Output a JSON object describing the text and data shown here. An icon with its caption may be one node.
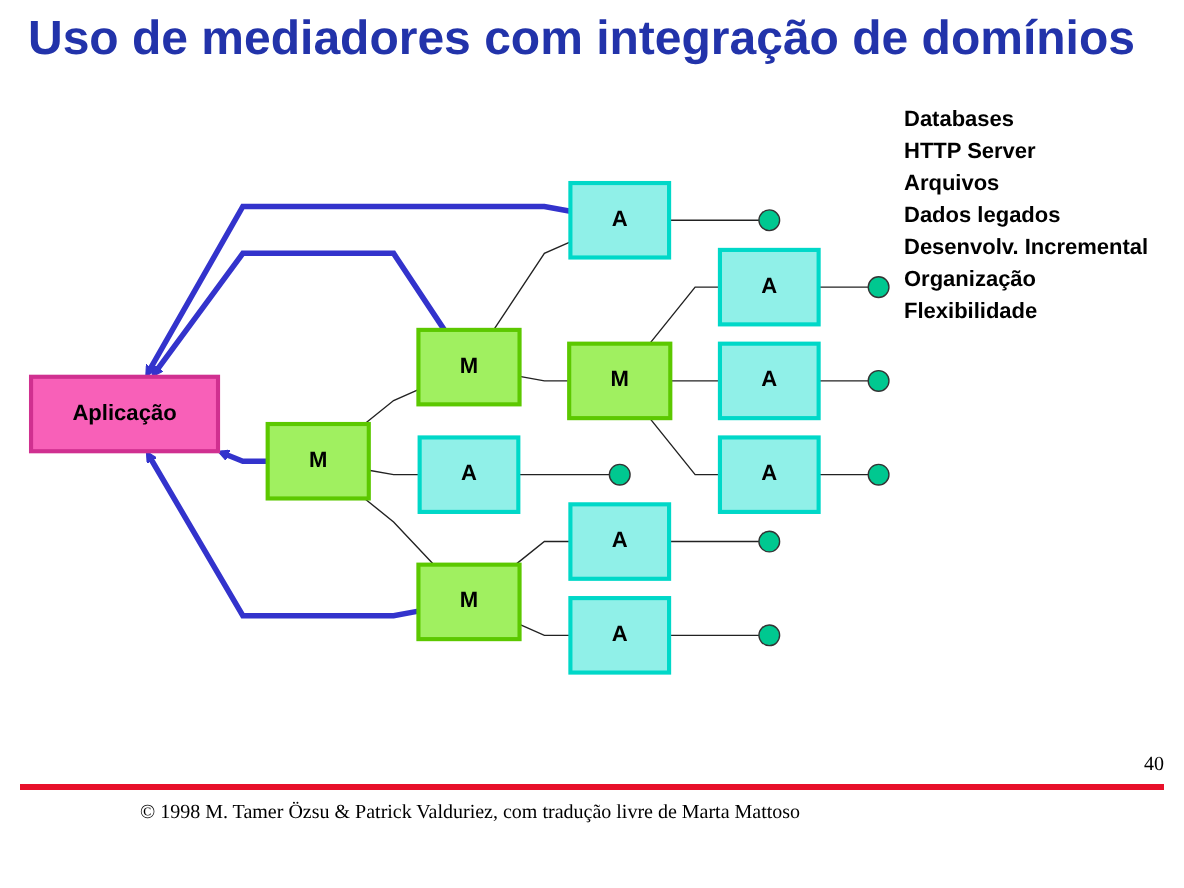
{
  "diagram": {
    "title": "Uso de mediadores com integração de domínios",
    "nodes": [
      {
        "text": [
          "Aplicação"
        ]
      },
      {
        "text": [
          "M"
        ]
      },
      {
        "text": [
          "M"
        ]
      },
      {
        "text": [
          "A"
        ]
      },
      {
        "text": [],
        "shape": "circle"
      },
      {
        "text": [
          "M"
        ]
      },
      {
        "text": [
          "A"
        ]
      },
      {
        "text": [],
        "shape": "circle"
      },
      {
        "text": [
          "A"
        ]
      },
      {
        "text": [],
        "shape": "circle"
      },
      {
        "text": [
          "A"
        ]
      },
      {
        "text": [],
        "shape": "circle"
      },
      {
        "text": [
          "A"
        ]
      },
      {
        "text": [],
        "shape": "circle"
      },
      {
        "text": [
          "M"
        ]
      },
      {
        "text": [
          "A"
        ]
      },
      {
        "text": [],
        "shape": "circle"
      },
      {
        "text": [
          "A"
        ]
      },
      {
        "text": [],
        "shape": "circle"
      }
    ],
    "edges": [
      {
        "from": 3,
        "to": 0,
        "arrow": "to",
        "style": "thick",
        "color": "#3333cc"
      },
      {
        "from": 2,
        "to": 0,
        "arrow": "to",
        "style": "thick",
        "color": "#3333cc"
      },
      {
        "from": 1,
        "to": 0,
        "arrow": "to",
        "style": "thick",
        "color": "#3333cc"
      },
      {
        "from": 14,
        "to": 0,
        "arrow": "to",
        "style": "thick",
        "color": "#3333cc"
      },
      {
        "from": 1,
        "to": 2,
        "arrow": "none"
      },
      {
        "from": 1,
        "to": 12,
        "arrow": "none"
      },
      {
        "from": 1,
        "to": 14,
        "arrow": "none"
      },
      {
        "from": 2,
        "to": 3,
        "arrow": "none"
      },
      {
        "from": 2,
        "to": 5,
        "arrow": "none"
      },
      {
        "from": 3,
        "to": 4,
        "arrow": "none"
      },
      {
        "from": 5,
        "to": 6,
        "arrow": "none"
      },
      {
        "from": 5,
        "to": 8,
        "arrow": "none"
      },
      {
        "from": 5,
        "to": 10,
        "arrow": "none"
      },
      {
        "from": 6,
        "to": 7,
        "arrow": "none"
      },
      {
        "from": 8,
        "to": 9,
        "arrow": "none"
      },
      {
        "from": 10,
        "to": 11,
        "arrow": "none"
      },
      {
        "from": 12,
        "to": 13,
        "arrow": "none"
      },
      {
        "from": 14,
        "to": 15,
        "arrow": "none"
      },
      {
        "from": 14,
        "to": 17,
        "arrow": "none"
      },
      {
        "from": 15,
        "to": 16,
        "arrow": "none"
      },
      {
        "from": 17,
        "to": 18,
        "arrow": "none"
      }
    ],
    "labels": [
      "Databases",
      "HTTP Server",
      "Arquivos",
      "Dados legados",
      "Desenvolv. Incremental",
      "Organização",
      "Flexibilidade",
      "40",
      "© 1998 M. Tamer Özsu & Patrick Valduriez, com tradução livre de Marta Mattoso"
    ]
  }
}
